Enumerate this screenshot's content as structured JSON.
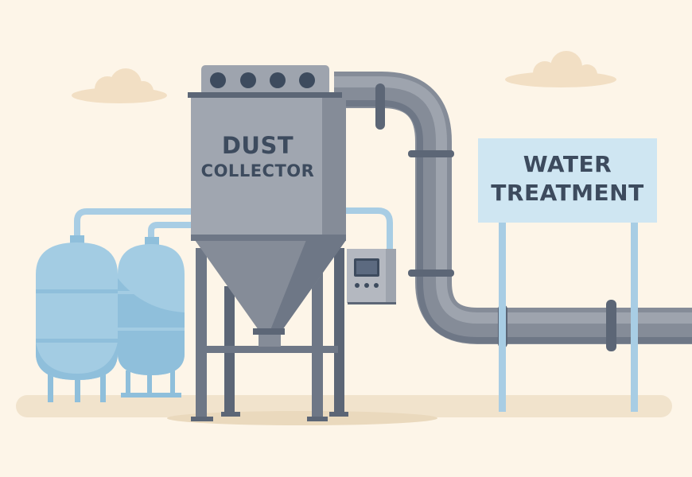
{
  "illustration": {
    "dust_collector": {
      "line1": "DUST",
      "line2": "COLLECTOR"
    },
    "sign": {
      "line1": "WATER",
      "line2": "TREATMENT"
    },
    "colors": {
      "background": "#fdf5e8",
      "ground": "#f1e3cc",
      "cloud": "#f2dfc4",
      "metal_light": "#9ea4ae",
      "metal_mid": "#858c98",
      "metal_dark": "#5c6676",
      "text_dark": "#3d4b5e",
      "tank_blue": "#a3cce3",
      "tank_blue_dark": "#8fbfdb",
      "sign_bg": "#cfe6f2",
      "post_blue": "#a8cde4"
    }
  }
}
